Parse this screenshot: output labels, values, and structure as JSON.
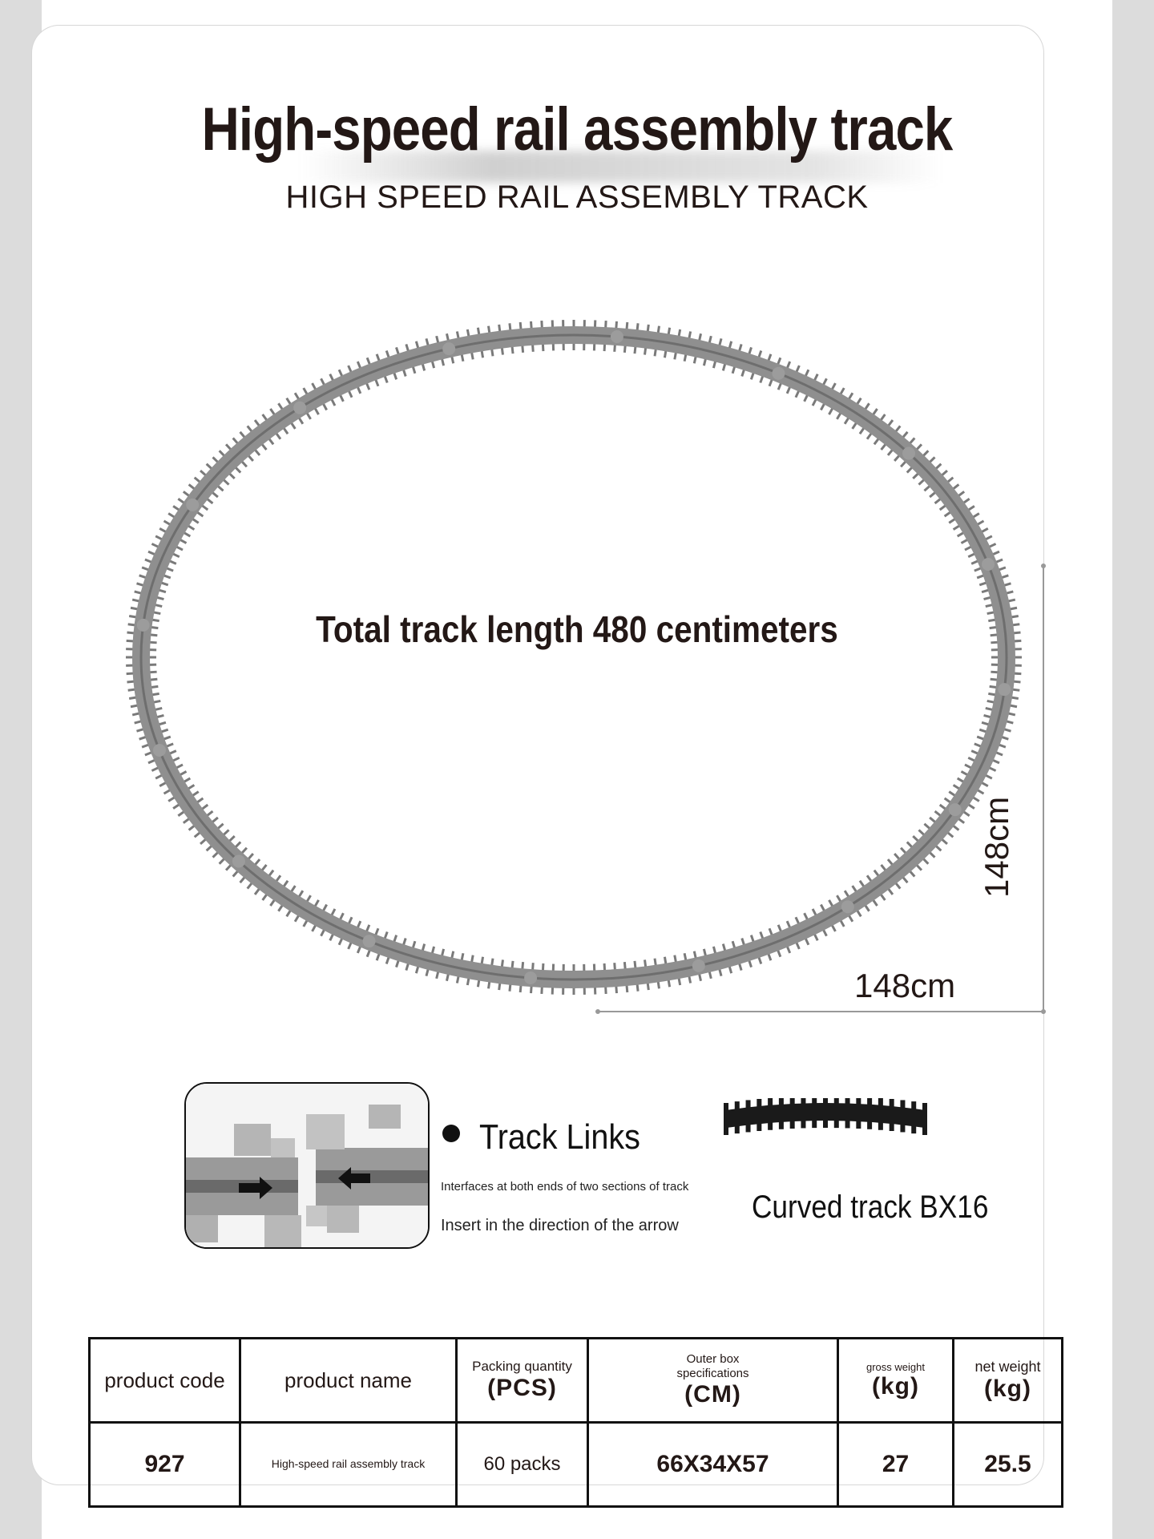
{
  "title": "High-speed rail assembly track",
  "subtitle": "HIGH SPEED RAIL ASSEMBLY TRACK",
  "track": {
    "total_length_label": "Total track length 480 centimeters",
    "width_label": "148cm",
    "height_label": "148cm"
  },
  "track_links": {
    "title": "Track Links",
    "desc1": "Interfaces at both ends of two sections of track",
    "desc2": "Insert in the direction of the arrow"
  },
  "curved_track": {
    "label": "Curved track BX16",
    "icon": "curved-track-piece"
  },
  "table": {
    "headers": [
      {
        "label": "product code",
        "unit": ""
      },
      {
        "label": "product name",
        "unit": ""
      },
      {
        "label": "Packing quantity",
        "unit": "(PCS)"
      },
      {
        "label": "Outer box specifications",
        "unit": "(CM)"
      },
      {
        "label": "gross weight",
        "unit": "(kg)"
      },
      {
        "label": "net weight",
        "unit": "(kg)"
      }
    ],
    "row": {
      "code": "927",
      "name": "High-speed rail assembly track",
      "quantity": "60 packs",
      "box": "66X34X57",
      "gross": "27",
      "net": "25.5"
    }
  },
  "colors": {
    "track_gray": "#8a8a8a",
    "text_dark": "#231816",
    "border": "#111111"
  }
}
